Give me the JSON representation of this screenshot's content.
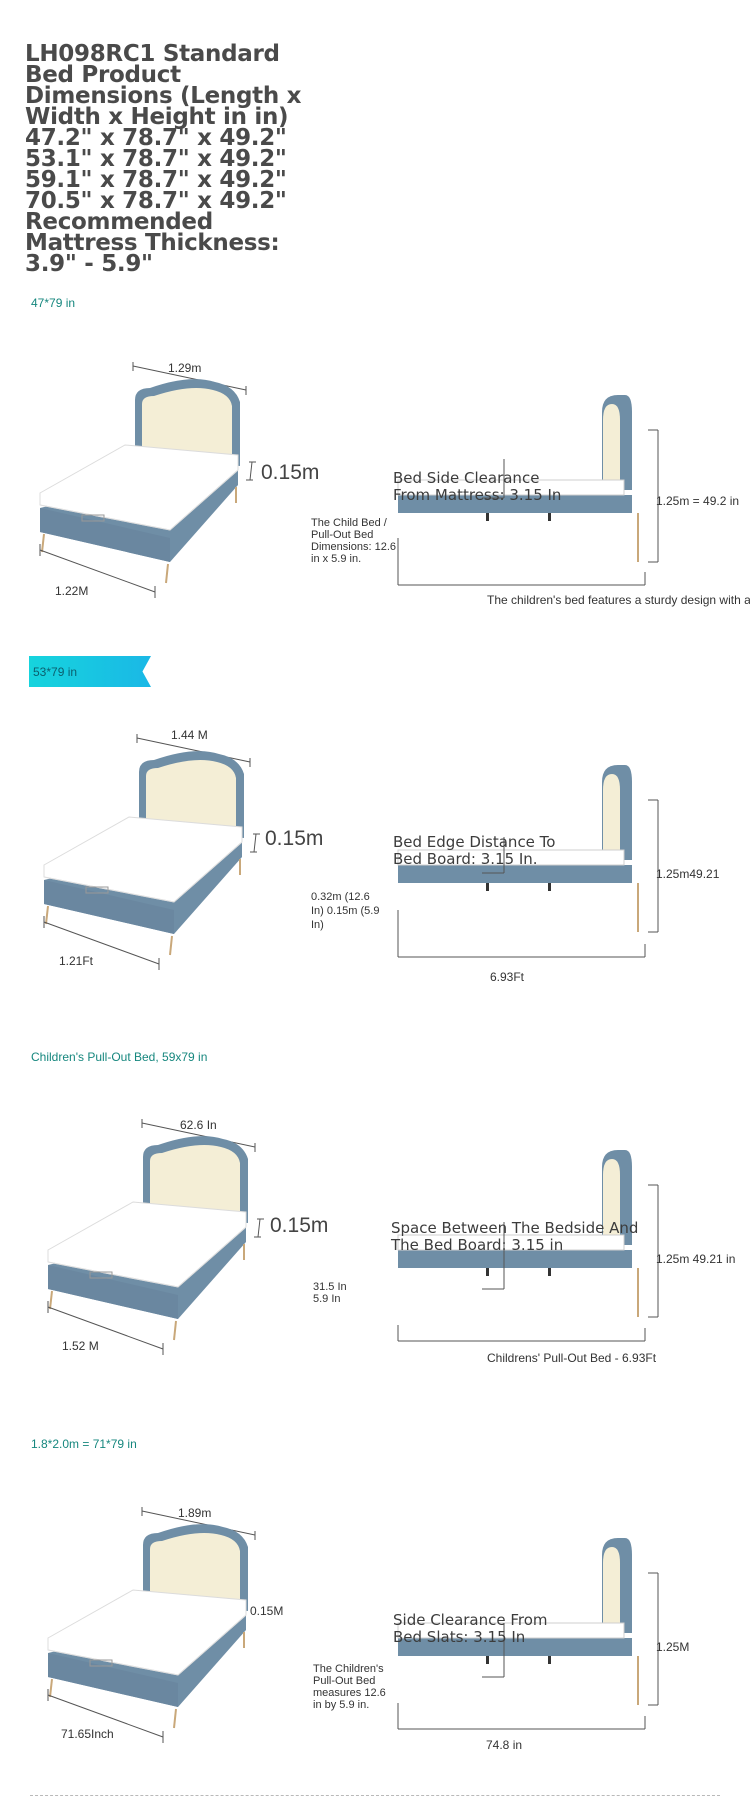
{
  "title": "LH098RC1 Standard Bed Product Dimensions (Length x Width x Height in in) 47.2\" x 78.7\" x 49.2\" 53.1\" x 78.7\" x 49.2\" 59.1\" x 78.7\" x 49.2\" 70.5\" x 78.7\" x 49.2\" Recommended Mattress Thickness: 3.9\" - 5.9\"",
  "colors": {
    "bed_frame": "#6f8ea6",
    "headboard": "#f4eed6",
    "mattress": "#ffffff",
    "label_teal": "#16877e",
    "badge": "#16d4dd"
  },
  "sections": [
    {
      "label": "47*79 in",
      "width_top": "1.29m",
      "mattress_thickness": "0.15m",
      "length_bottom": "1.22M",
      "side_heading": "Bed Side Clearance From Mattress: 3.15 In",
      "height": "1.25m  = 49.2 in",
      "note": "The Child Bed / Pull-Out Bed Dimensions: 12.6 in x 5.9 in.",
      "bottom": "The children's bed features a sturdy design with a"
    },
    {
      "label": "53*79 in",
      "width_top": "1.44 M",
      "mattress_thickness": "0.15m",
      "length_bottom": "1.21Ft",
      "side_heading": "Bed Edge Distance To Bed Board: 3.15 In.",
      "height": "1.25m49.21",
      "note": "0.32m (12.6 In) 0.15m (5.9 In)",
      "bottom": "6.93Ft"
    },
    {
      "label": "Children's Pull-Out Bed, 59x79 in",
      "width_top": "62.6 In",
      "mattress_thickness": "0.15m",
      "length_bottom": "1.52 M",
      "side_heading": "Space Between The Bedside And The Bed Board: 3.15 in",
      "height": "1.25m  49.21 in",
      "note": "31.5 In 5.9 In",
      "bottom": "Childrens' Pull-Out Bed - 6.93Ft"
    },
    {
      "label": "1.8*2.0m = 71*79 in",
      "width_top": "1.89m",
      "mattress_thickness": "0.15M",
      "length_bottom": "71.65Inch",
      "side_heading": "Side Clearance From Bed Slats: 3.15 In",
      "height": "1.25M",
      "note": "The Children's Pull-Out Bed measures 12.6 in by 5.9 in.",
      "bottom": "74.8 in"
    }
  ]
}
